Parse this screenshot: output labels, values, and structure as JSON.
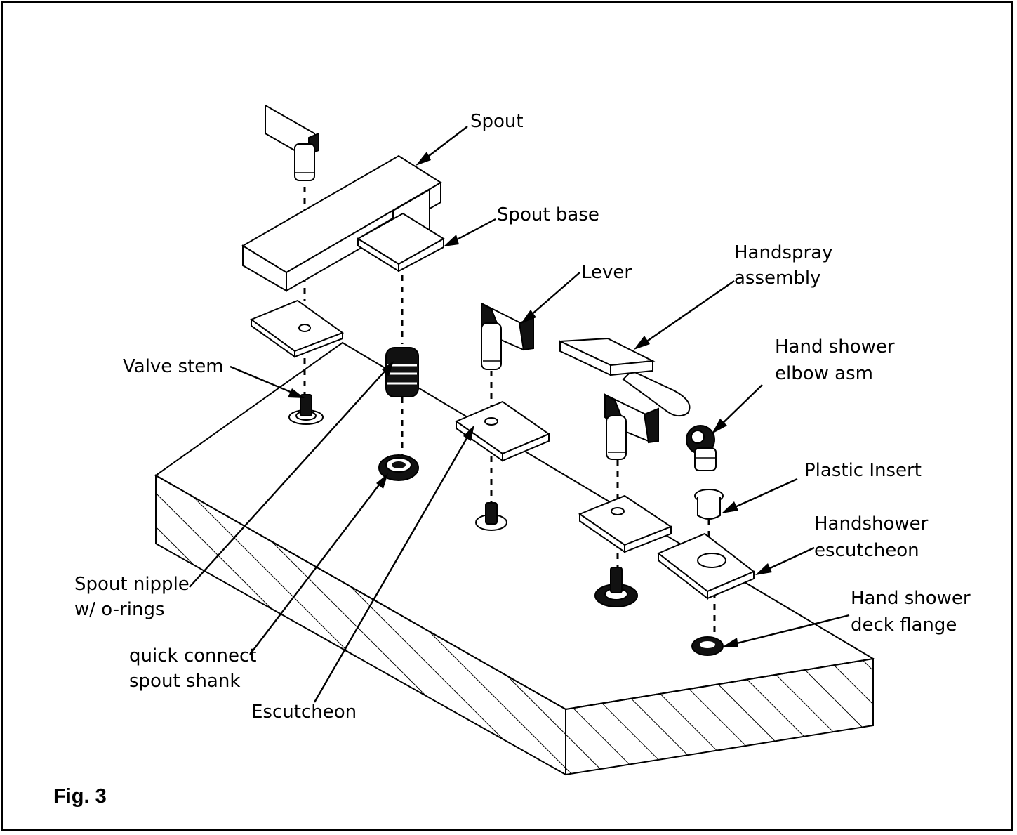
{
  "figure": {
    "caption": "Fig. 3"
  },
  "labels": {
    "spout": "Spout",
    "spout_base": "Spout base",
    "lever": "Lever",
    "handspray_assembly_1": "Handspray",
    "handspray_assembly_2": "assembly",
    "hand_shower_elbow_1": "Hand shower",
    "hand_shower_elbow_2": "elbow asm",
    "plastic_insert": "Plastic Insert",
    "handshower_escutcheon_1": "Handshower",
    "handshower_escutcheon_2": "escutcheon",
    "hand_shower_deck_flange_1": "Hand shower",
    "hand_shower_deck_flange_2": "deck flange",
    "valve_stem": "Valve stem",
    "spout_nipple_1": "Spout nipple",
    "spout_nipple_2": "w/ o-rings",
    "quick_connect_1": "quick connect",
    "quick_connect_2": "spout shank",
    "escutcheon": "Escutcheon"
  }
}
